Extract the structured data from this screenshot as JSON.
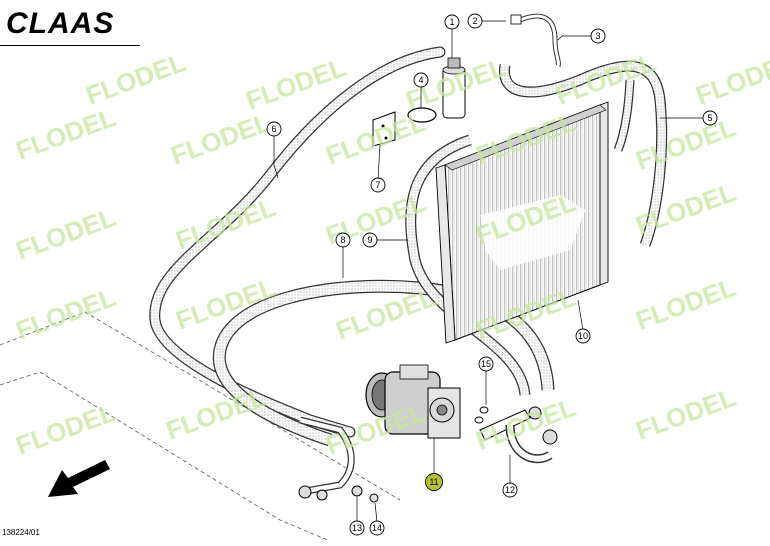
{
  "brand": {
    "name": "CLAAS"
  },
  "watermark": {
    "text": "FLODEL",
    "color": "#c8e6a0"
  },
  "drawing_number": "138224/01",
  "callouts": [
    {
      "label": "1"
    },
    {
      "label": "2"
    },
    {
      "label": "3"
    },
    {
      "label": "4"
    },
    {
      "label": "5"
    },
    {
      "label": "6"
    },
    {
      "label": "7"
    },
    {
      "label": "8"
    },
    {
      "label": "9"
    },
    {
      "label": "10"
    },
    {
      "label": "11",
      "highlighted": true,
      "highlight_color": "#b5c230"
    },
    {
      "label": "12"
    },
    {
      "label": "13"
    },
    {
      "label": "14"
    },
    {
      "label": "15"
    }
  ]
}
